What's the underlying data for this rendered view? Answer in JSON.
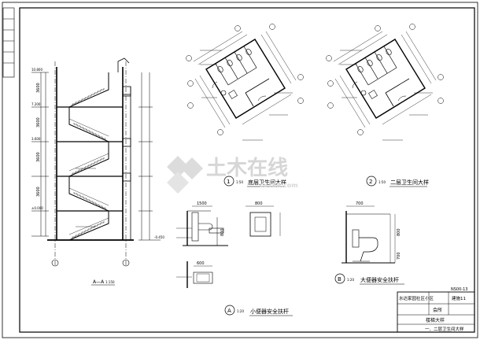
{
  "title_strip": {
    "cells": [
      "",
      "",
      "",
      "",
      "",
      ""
    ]
  },
  "section": {
    "label": "A—A",
    "scale": "1:150",
    "levels": [
      "3600",
      "3600",
      "3600",
      "3600"
    ],
    "elev": [
      "10.800",
      "7.200",
      "3.600",
      "±0.000",
      "-0.450"
    ]
  },
  "plans": [
    {
      "number": "1",
      "scale": "1:50",
      "caption": "底层卫生间大样"
    },
    {
      "number": "2",
      "scale": "1:50",
      "caption": "二层卫生间大样"
    }
  ],
  "details": [
    {
      "number": "A",
      "scale": "1:20",
      "caption": "小便器安全扶杆",
      "dims": [
        "1500",
        "800",
        "600",
        "800"
      ]
    },
    {
      "number": "B",
      "scale": "1:20",
      "caption": "大便器安全扶杆",
      "dims": [
        "700",
        "800",
        "700"
      ]
    }
  ],
  "title_block": {
    "project": "水达家园社区小区",
    "building": "建施11",
    "sheet_no": "NS00-13",
    "part": "会所",
    "drawing": "楼梯大样",
    "subtitle": "一、二层卫生间大样"
  },
  "watermark": {
    "text": "土木在线",
    "sub": "co188.com"
  }
}
